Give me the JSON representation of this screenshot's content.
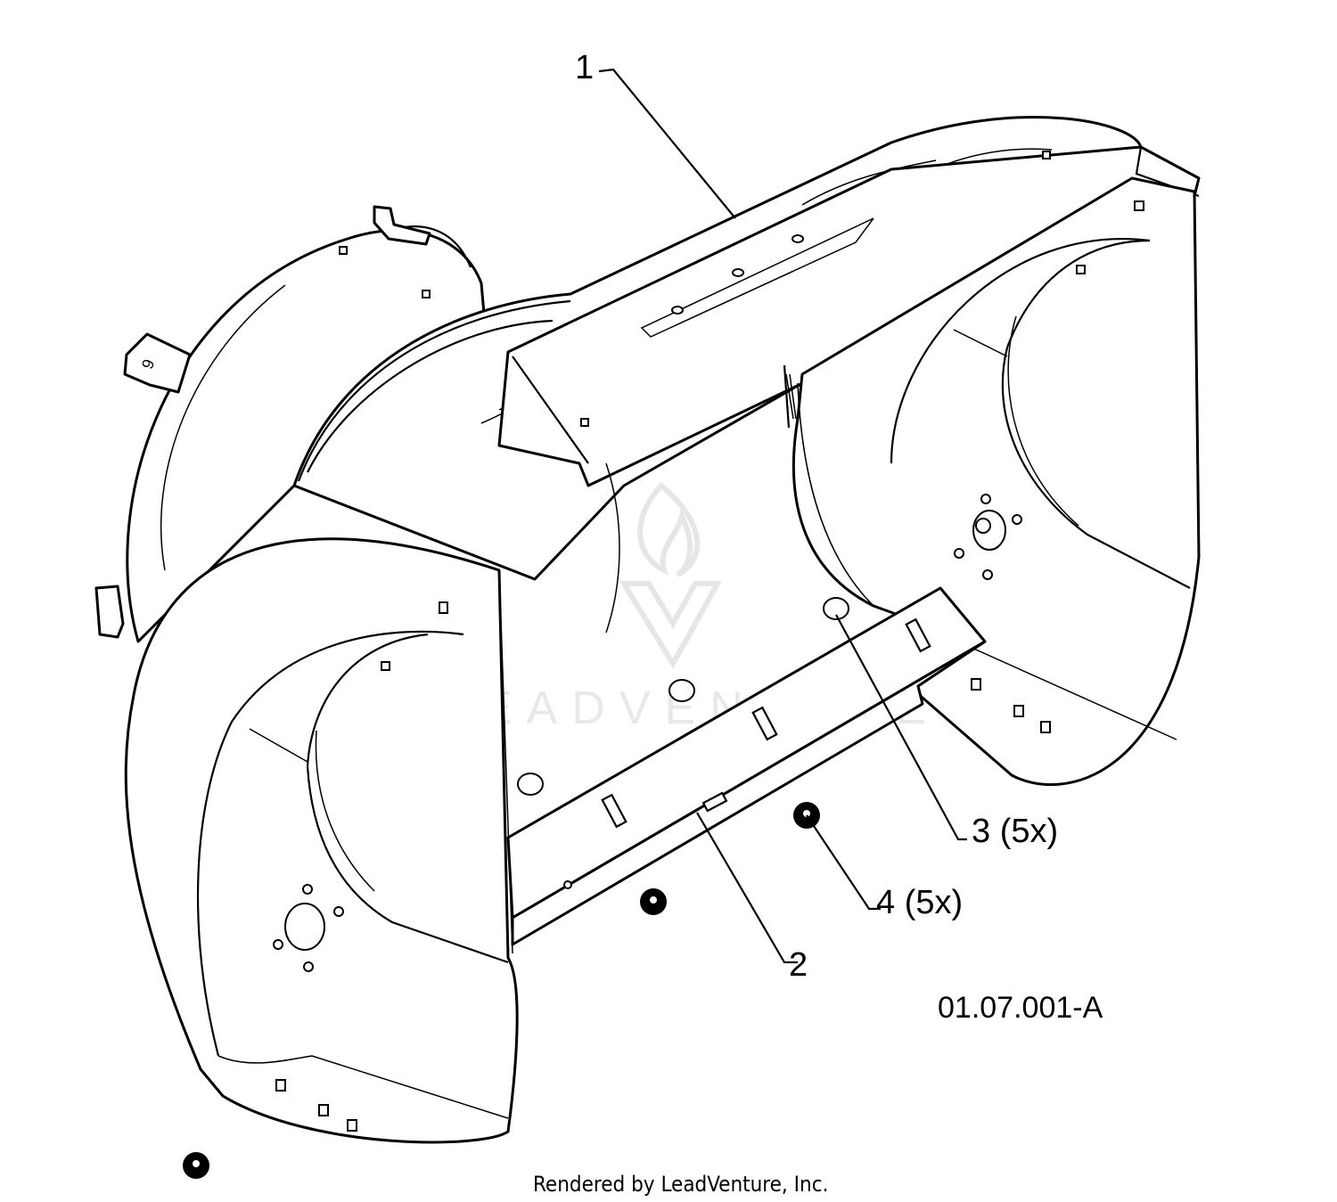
{
  "callouts": [
    {
      "id": "1",
      "label": "1"
    },
    {
      "id": "2",
      "label": "2"
    },
    {
      "id": "3",
      "label": "3 (5x)"
    },
    {
      "id": "4",
      "label": "4 (5x)"
    }
  ],
  "figure_code": "01.07.001-A",
  "credit": "Rendered by LeadVenture, Inc.",
  "watermark": "LEADVENTURE",
  "colors": {
    "line": "#000000",
    "background": "#ffffff",
    "watermark": "#e6e6e6"
  }
}
